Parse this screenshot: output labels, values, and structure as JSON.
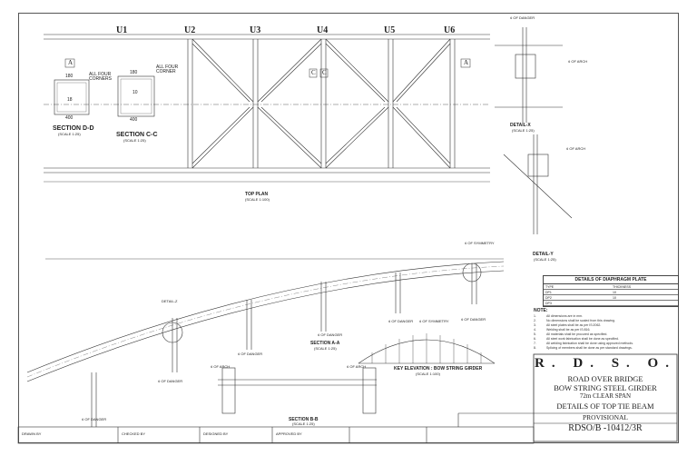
{
  "members": [
    "U1",
    "U2",
    "U3",
    "U4",
    "U5",
    "U6"
  ],
  "labels": {
    "top_plan": "TOP PLAN",
    "section_dd": "SECTION D-D",
    "section_cc": "SECTION C-C",
    "section_aa": "SECTION A-A",
    "section_bb": "SECTION B-B",
    "detail_x": "DETAIL-X",
    "detail_y": "DETAIL-Y",
    "detail_z": "DETAIL-Z",
    "all_four_corners": "ALL FOUR CORNERS",
    "all_four_corner": "ALL FOUR CORNER",
    "cl_of_danger": "¢ OF DANGER",
    "cl_of_arch": "¢ OF ARCH",
    "cl_of_symmetry": "¢ OF SYMMETRY",
    "key_elevation": "KEY ELEVATION : BOW STRING GIRDER",
    "scale_1_100": "(SCALE 1:100)",
    "scale_1_25": "(SCALE 1:25)",
    "cut_a": "A",
    "cut_c": "C",
    "dim_180": "180",
    "dim_400": "400",
    "dim_18": "18",
    "dim_10": "10"
  },
  "diaphragm_table": {
    "title": "DETAILS OF DIAPHRAGM PLATE",
    "rows": [
      [
        "TYPE",
        "THICKNESS"
      ],
      [
        "DP1",
        "10"
      ],
      [
        "DP2",
        "10"
      ],
      [
        "DP3",
        ""
      ]
    ]
  },
  "notes_title": "NOTE:",
  "notes": [
    "All dimensions are in mm.",
    "No dimensions shall be scaled from this drawing.",
    "All steel plates shall be as per IS:2062.",
    "Welding shall be as per IS:816.",
    "All materials shall be procured as specified.",
    "All steel work fabrication shall be done as specified.",
    "All welding fabrication shall be done using approved methods.",
    "Splicing of members shall be done as per standard drawings."
  ],
  "title_block": {
    "org": "R. D. S. O.",
    "line1": "ROAD OVER BRIDGE",
    "line2": "BOW STRING STEEL GIRDER",
    "line3": "72m CLEAR SPAN",
    "line4": "DETAILS OF TOP TIE BEAM",
    "status": "PROVISIONAL",
    "drawing_no": "RDSO/B -10412/3R"
  },
  "strip_fields": [
    "DRAWN BY",
    "CHECKED BY",
    "DESIGNED BY",
    "APPROVED BY"
  ]
}
